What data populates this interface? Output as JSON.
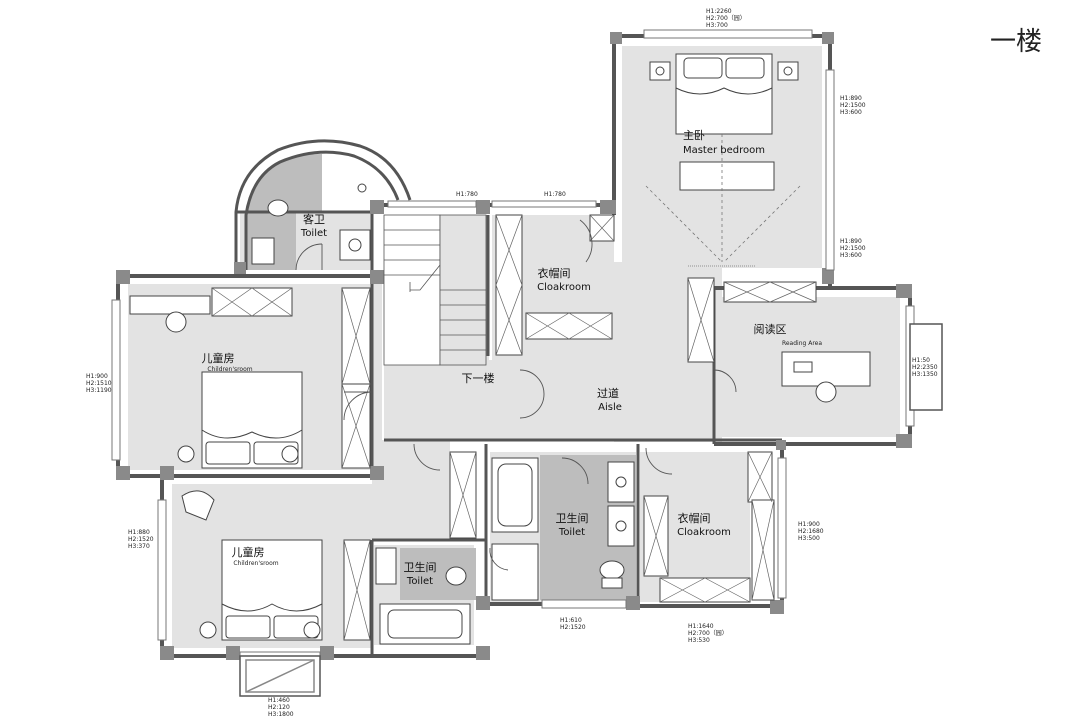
{
  "title": "一楼",
  "rooms": {
    "master": {
      "cn": "主卧",
      "en": "Master bedroom"
    },
    "guest_toilet": {
      "cn": "客卫",
      "en": "Toilet"
    },
    "cloak1": {
      "cn": "衣帽间",
      "en": "Cloakroom"
    },
    "reading": {
      "cn": "阅读区",
      "en": "Reading Area"
    },
    "children1": {
      "cn": "儿童房",
      "en": "Children'sroom"
    },
    "down": {
      "cn": "下一楼"
    },
    "aisle": {
      "cn": "过道",
      "en": "Aisle"
    },
    "bath": {
      "cn": "卫生间",
      "en": "Toilet"
    },
    "cloak2": {
      "cn": "衣帽间",
      "en": "Cloakroom"
    },
    "children2": {
      "cn": "儿童房",
      "en": "Children'sroom"
    },
    "toilet_small": {
      "cn": "卫生间",
      "en": "Toilet"
    }
  },
  "dims": {
    "top": [
      "H1:2260",
      "H2:700（园）",
      "H3:700"
    ],
    "right_upper": [
      "H1:890",
      "H2:1500",
      "H3:600"
    ],
    "right_lower": [
      "H1:890",
      "H2:1500",
      "H3:600"
    ],
    "stair_h": "H1:780",
    "cloak_h": "H1:780",
    "left_upper": [
      "H1:900",
      "H2:1510",
      "H3:1190"
    ],
    "left_lower": [
      "H1:880",
      "H2:1520",
      "H3:370"
    ],
    "reading_window": [
      "H1:50",
      "H2:2350",
      "H3:1350"
    ],
    "cloak2_window": [
      "H1:900",
      "H2:1680",
      "H3:500"
    ],
    "bath_bottom": [
      "H1:610",
      "H2:1520"
    ],
    "cloak2_bottom": [
      "H1:1640",
      "H2:700（园）",
      "H3:530"
    ],
    "child2_bottom": [
      "H1:460",
      "H2:120",
      "H3:1800"
    ]
  }
}
